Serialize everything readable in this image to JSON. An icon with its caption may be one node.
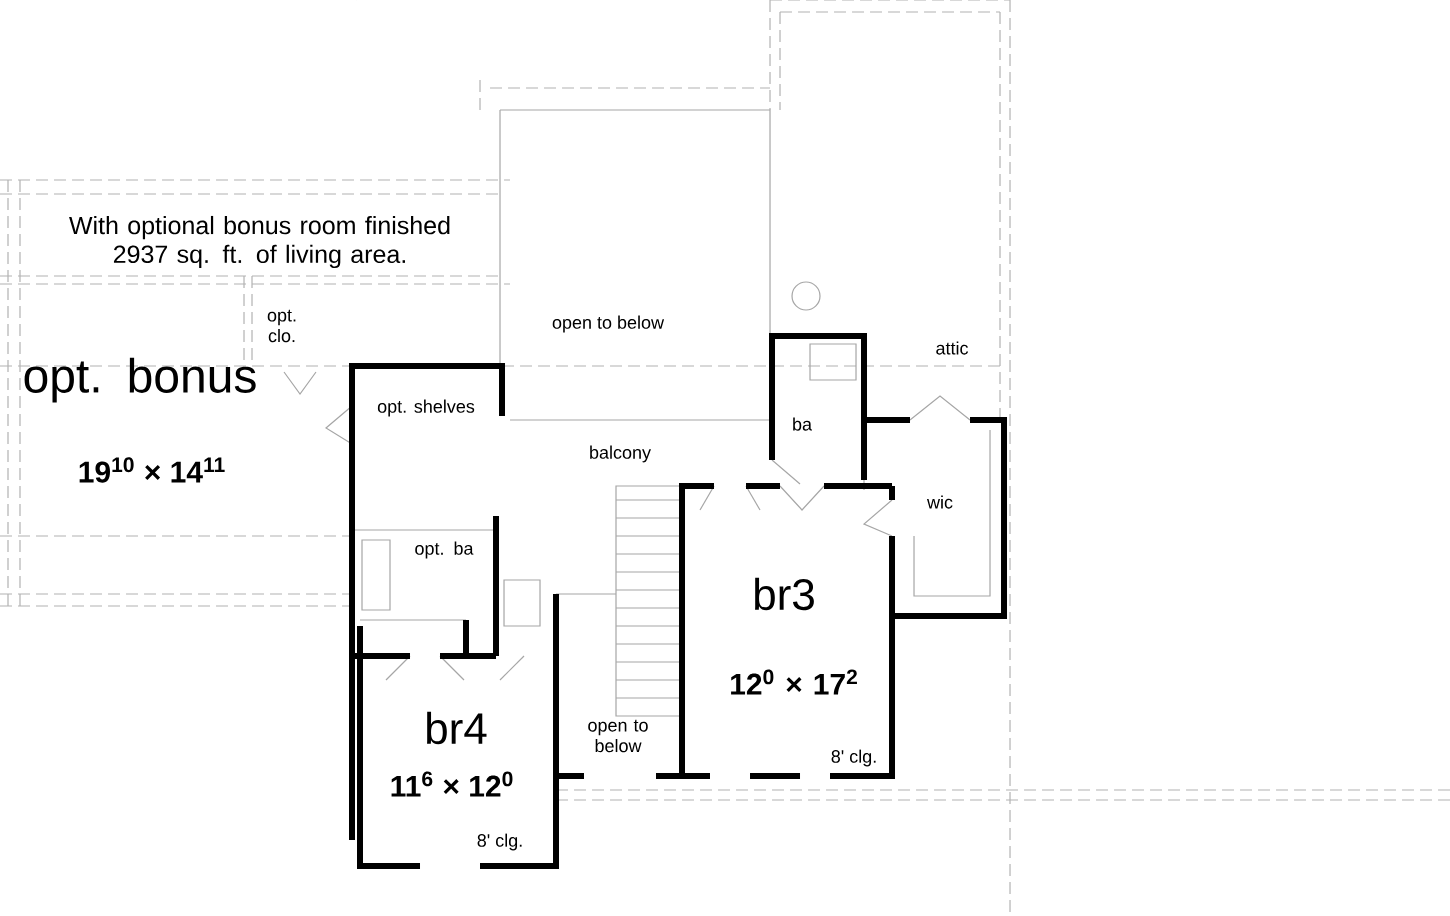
{
  "diagram": {
    "labels": [
      "With optional bonus room finished 2937 sq. ft. of living area.",
      "open to below",
      "opt. clo.",
      "attic",
      "opt. bonus",
      "opt. shelves",
      "ba",
      "balcony",
      "19$^{10}$ × 14$^{11}$",
      "wic",
      "opt. ba",
      "br3",
      "12$^{0}$ × 17$^{2}$",
      "br4",
      "open to below",
      "11$^{6}$ × 12$^{0}$",
      "8' clg.",
      "8' clg."
    ]
  }
}
